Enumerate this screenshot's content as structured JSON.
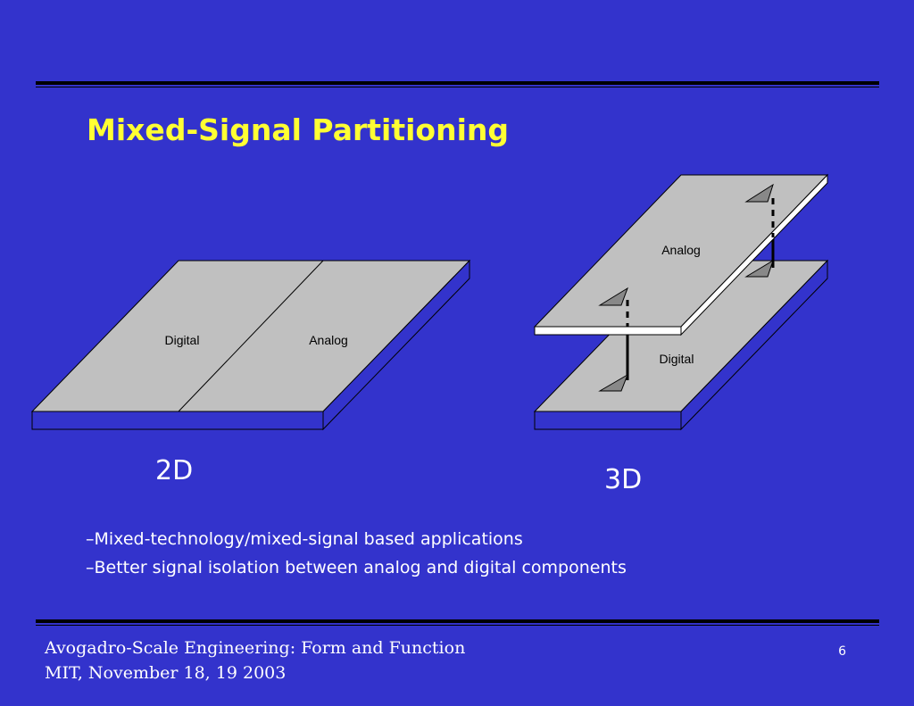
{
  "slide": {
    "title": "Mixed-Signal Partitioning",
    "page_number": "6"
  },
  "diagram_2d": {
    "left_label": "Digital",
    "right_label": "Analog",
    "caption": "2D"
  },
  "diagram_3d": {
    "top_label": "Analog",
    "bottom_label": "Digital",
    "caption": "3D"
  },
  "bullets": [
    "–Mixed-technology/mixed-signal based applications",
    "–Better signal isolation between analog and digital components"
  ],
  "footer": {
    "line1": "Avogadro-Scale Engineering:  Form and Function",
    "line2": "MIT, November 18, 19  2003"
  },
  "colors": {
    "background": "#3333cc",
    "title": "#ffff33",
    "slab_top": "#c0c0c0",
    "slab_side": "#3333cc"
  }
}
